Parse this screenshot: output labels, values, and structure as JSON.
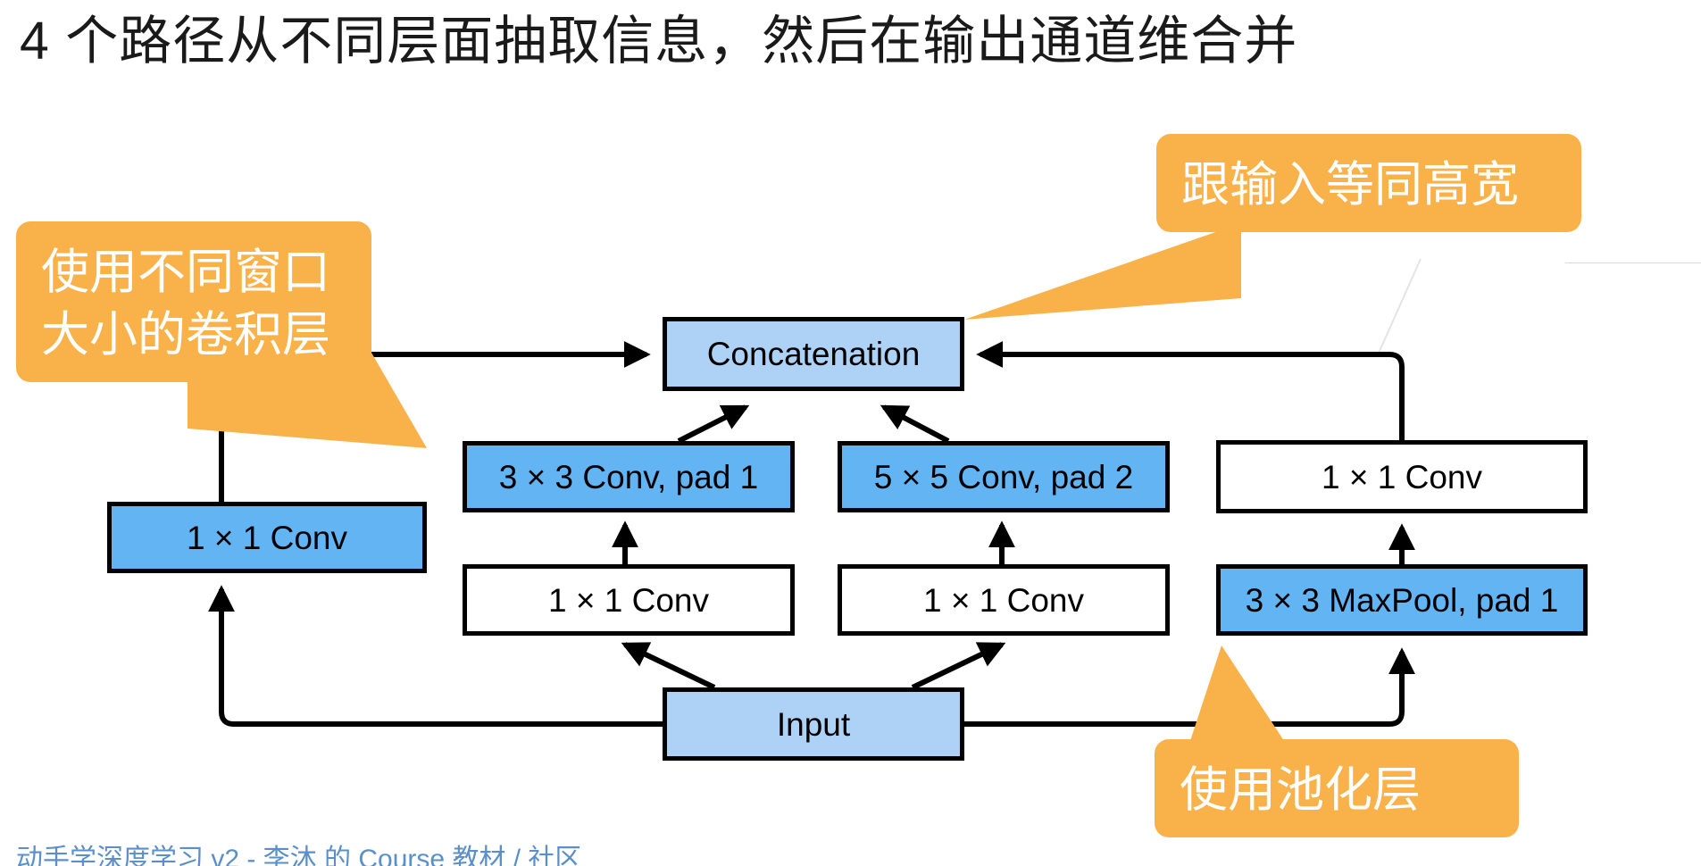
{
  "slide": {
    "title": "4 个路径从不同层面抽取信息，然后在输出通道维合并",
    "footer": "动手学深度学习 v2  -  李沐  的  Course  教材  / 社区"
  },
  "colors": {
    "accent_orange": "#f9b24a",
    "node_light_blue": "#aed2f5",
    "node_blue": "#63b4f2",
    "node_white": "#ffffff",
    "stroke": "#000000",
    "title_text": "#1a1a1a",
    "footer_text": "#5b8fc9"
  },
  "callouts": [
    {
      "id": "left",
      "text": "使用不同窗口\n大小的卷积层"
    },
    {
      "id": "top",
      "text": "跟输入等同高宽"
    },
    {
      "id": "bottom",
      "text": "使用池化层"
    }
  ],
  "diagram": {
    "type": "flowchart",
    "nodes": [
      {
        "id": "concat",
        "label": "Concatenation",
        "fill": "node_light_blue"
      },
      {
        "id": "conv1x1-a",
        "label": "1 × 1 Conv",
        "fill": "node_blue"
      },
      {
        "id": "conv3x3",
        "label": "3 × 3 Conv, pad 1",
        "fill": "node_blue"
      },
      {
        "id": "conv5x5",
        "label": "5 × 5 Conv, pad 2",
        "fill": "node_blue"
      },
      {
        "id": "conv1x1-d",
        "label": "1 × 1 Conv",
        "fill": "node_white"
      },
      {
        "id": "conv1x1-b",
        "label": "1 × 1 Conv",
        "fill": "node_white"
      },
      {
        "id": "conv1x1-c",
        "label": "1 × 1 Conv",
        "fill": "node_white"
      },
      {
        "id": "maxpool",
        "label": "3 × 3 MaxPool, pad 1",
        "fill": "node_blue"
      },
      {
        "id": "input",
        "label": "Input",
        "fill": "node_light_blue"
      }
    ],
    "edges": [
      {
        "from": "input",
        "to": "conv1x1-a"
      },
      {
        "from": "input",
        "to": "conv1x1-b"
      },
      {
        "from": "input",
        "to": "conv1x1-c"
      },
      {
        "from": "input",
        "to": "maxpool"
      },
      {
        "from": "conv1x1-b",
        "to": "conv3x3"
      },
      {
        "from": "conv1x1-c",
        "to": "conv5x5"
      },
      {
        "from": "maxpool",
        "to": "conv1x1-d"
      },
      {
        "from": "conv1x1-a",
        "to": "concat"
      },
      {
        "from": "conv3x3",
        "to": "concat"
      },
      {
        "from": "conv5x5",
        "to": "concat"
      },
      {
        "from": "conv1x1-d",
        "to": "concat"
      }
    ]
  }
}
